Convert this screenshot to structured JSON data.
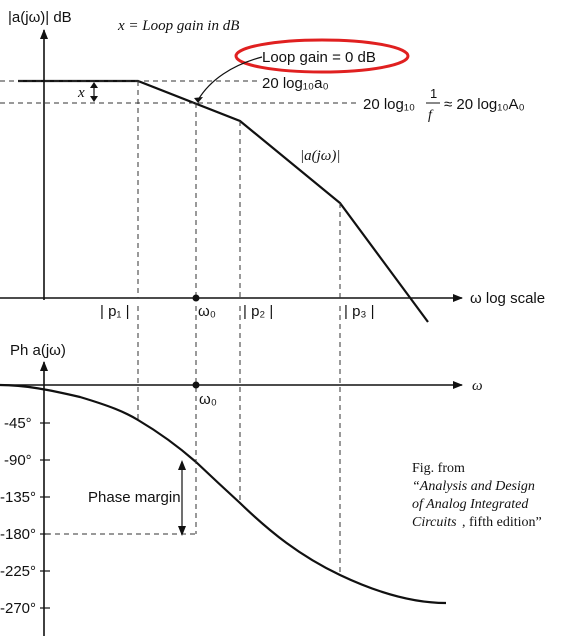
{
  "top_plot": {
    "y_axis_label": "|a(jω)| dB",
    "x_equals_label": "x = Loop gain in dB",
    "loop_gain_zero_label": "Loop gain = 0 dB",
    "label_20log_a0": "20 log₁₀a₀",
    "label_20log_f": "20 log₁₀",
    "label_fraction_num": "1",
    "label_fraction_den": "f",
    "label_approx": "≈ 20 log₁₀A₀",
    "curve_label": "|a(jω)|",
    "x_marker": "x",
    "x_axis_label": "ω log scale",
    "ticks": {
      "p1": "| p₁ |",
      "w0": "ω₀",
      "p2": "| p₂ |",
      "p3": "| p₃ |"
    }
  },
  "bottom_plot": {
    "y_axis_label": "Ph a(jω)",
    "x_axis_label": "ω",
    "w0_label": "ω₀",
    "phase_margin_label": "Phase margin",
    "y_ticks": [
      "-45°",
      "-90°",
      "-135°",
      "-180°",
      "-225°",
      "-270°"
    ]
  },
  "caption": {
    "line1": "Fig. from",
    "line2": "“Analysis and Design",
    "line3": "of Analog Integrated",
    "line4": "Circuits",
    "line4_rest": ", fifth edition”"
  },
  "colors": {
    "highlight_ellipse": "#e02020",
    "ink": "#111111"
  }
}
